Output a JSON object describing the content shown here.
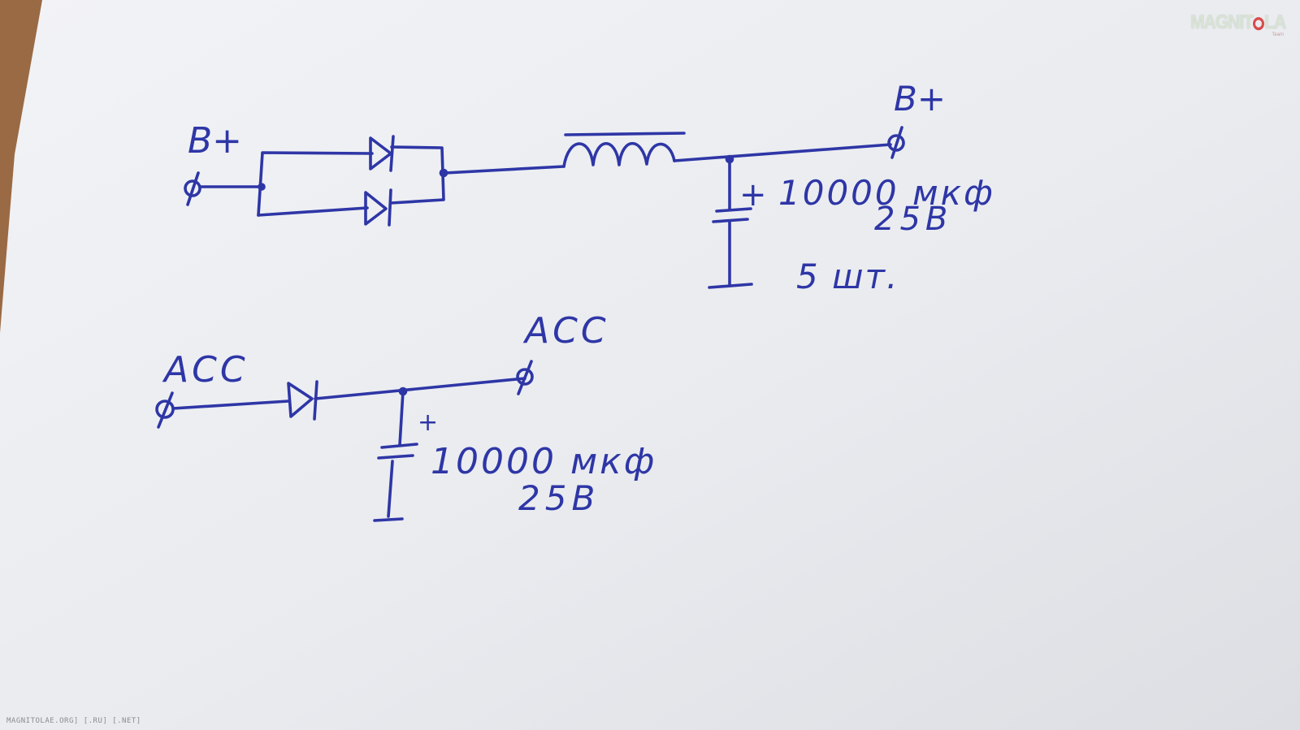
{
  "diagram": {
    "circuit1": {
      "input_label": "B+",
      "output_label": "B+",
      "capacitor_polarity": "+",
      "capacitor_value": "10000 мкф",
      "capacitor_voltage": "25B",
      "capacitor_count": "5 шт."
    },
    "circuit2": {
      "input_label": "ACC",
      "output_label": "ACC",
      "capacitor_polarity": "+",
      "capacitor_value": "10000 мкф",
      "capacitor_voltage": "25B"
    }
  },
  "watermark": {
    "pre": "MAGNIT",
    "post": "LA",
    "sub": "Team"
  },
  "footer": "MAGNITOLAE.ORG] [.RU] [.NET]",
  "colors": {
    "ink": "#2e36a6",
    "paper": "#eef0f4",
    "desk": "#9a6a44"
  }
}
